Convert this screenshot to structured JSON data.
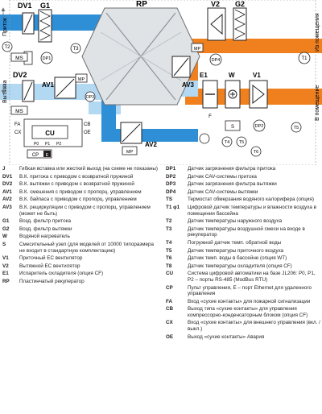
{
  "labels": {
    "dv1": "DV1",
    "g1": "G1",
    "rp": "RP",
    "v2": "V2",
    "g2": "G2",
    "t2": "T2",
    "t3": "T3",
    "t1": "T1",
    "ms": "MS",
    "dp1": "DP1",
    "dp4": "DP4",
    "dv2": "DV2",
    "av1": "AV1",
    "mp": "MP",
    "av3": "AV3",
    "e1": "E1",
    "w": "W",
    "v1": "V1",
    "f": "F",
    "fa": "FA",
    "cx": "CX",
    "cu": "CU",
    "cb": "CB",
    "oe": "OE",
    "p0": "P0",
    "p1": "P1",
    "p2": "P2",
    "cp": "CP",
    "e": "E",
    "dp3": "DP3",
    "dp2": "DP2",
    "s": "S",
    "t4": "T4",
    "t5": "T5",
    "t6": "T6",
    "av2": "AV2"
  },
  "arrows": {
    "pritok": "Приток",
    "vytyazhka": "Вытяжка",
    "iz_pomeshcheniya": "Из помещения",
    "v_pomeshchenie": "В помещение"
  },
  "colors": {
    "supply_air": "#f0801e",
    "extract_air": "#2f8fd6",
    "extract_air_light": "#b3d8f2",
    "unit_body": "#9aa5ad",
    "unit_body_light": "#dfe3e6"
  },
  "legend_left": [
    {
      "code": "J",
      "desc": "Гибкая вставка или жесткий выход (на схеме не показаны)"
    },
    {
      "code": "DV1",
      "desc": "В.К. притока с приводом с возвратной пружиной"
    },
    {
      "code": "DV2",
      "desc": "В.К. вытяжки с приводом с возвратной пружиной"
    },
    {
      "code": "AV1",
      "desc": "В.К. смешения с приводом с пропорц. управлением"
    },
    {
      "code": "AV2",
      "desc": "В.К. байпаса с приводом с пропорц. управлением"
    },
    {
      "code": "AV3",
      "desc": "В.К. рециркуляции с приводом с пропорц. управлением (может не быть)"
    },
    {
      "code": "G1",
      "desc": "Возд. фильтр притока"
    },
    {
      "code": "G2",
      "desc": "Возд. фильтр вытяжки"
    },
    {
      "code": "W",
      "desc": "Водяной нагреватель"
    },
    {
      "code": "S",
      "desc": "Смесительный узел (для моделей от 10000 типоразмера не входит в стандартную комплектацию)"
    },
    {
      "code": "V1",
      "desc": "Приточный ЕС вентилятор"
    },
    {
      "code": "V2",
      "desc": "Вытяжной ЕС вентилятор"
    },
    {
      "code": "E1",
      "desc": "Испаритель охладителя (опция CF)"
    },
    {
      "code": "RP",
      "desc": "Пластинчатый рекуператор"
    }
  ],
  "legend_right": [
    {
      "code": "DP1",
      "desc": "Датчик загрязнения фильтра притока"
    },
    {
      "code": "DP2",
      "desc": "Датчик CAV-системы притока"
    },
    {
      "code": "DP3",
      "desc": "Датчик загрязнения фильтра вытяжки"
    },
    {
      "code": "DP4",
      "desc": "Датчик CAV-системы вытяжки"
    },
    {
      "code": "TS",
      "desc": "Термостат обмерзания водяного калорифера (опция)"
    },
    {
      "code": "T1 φ1",
      "desc": "Цифровой датчик температуры и влажности воздуха в помещении бассейна"
    },
    {
      "code": "T2",
      "desc": "Датчик температуры наружного воздуха"
    },
    {
      "code": "T3",
      "desc": "Датчик температуры воздушной смеси на входе в рекуператор"
    },
    {
      "code": "T4",
      "desc": "Погружной датчик темп. обратной воды"
    },
    {
      "code": "T5",
      "desc": "Датчик температуры приточного воздуха"
    },
    {
      "code": "T6",
      "desc": "Датчик темп. воды в бассейне (опция WT)"
    },
    {
      "code": "T8",
      "desc": "Датчик температуры охладителя (опция CF)"
    },
    {
      "code": "CU",
      "desc": "Система цифровой автоматики на базе JL206: P0, P1, P2 – порты RS-485 (ModBus RTU)"
    },
    {
      "code": "CP",
      "desc": "Пульт управления, E – порт Ethernet для удаленного управления"
    },
    {
      "code": "FA",
      "desc": "Вход «сухие контакты» для пожарной сигнализации"
    },
    {
      "code": "CB",
      "desc": "Выход типа «сухие контакты» для управления компрессорно-конденсаторным блоком (опция CF)"
    },
    {
      "code": "CX",
      "desc": "Вход «сухие контакты» для внешнего управления (вкл. / выкл.)"
    },
    {
      "code": "OE",
      "desc": "Выход «сухие контакты» Авария"
    }
  ]
}
